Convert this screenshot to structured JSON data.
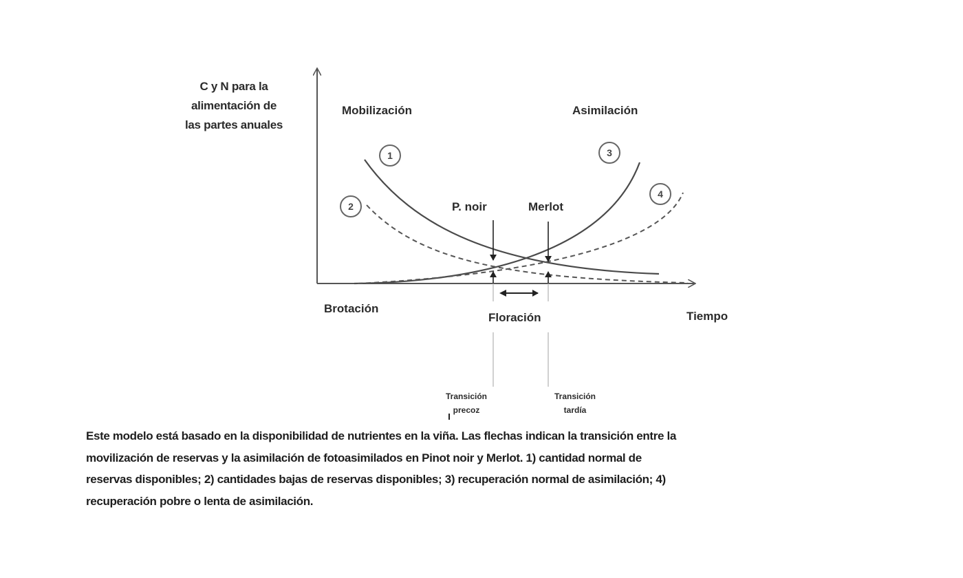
{
  "diagram": {
    "y_axis_label": [
      "C y N para la",
      "alimentación de",
      "las partes anuales"
    ],
    "x_axis_label": "Tiempo",
    "phase_left": "Mobilización",
    "phase_right": "Asimilación",
    "curve_markers": [
      "1",
      "2",
      "3",
      "4"
    ],
    "variety_early": "P. noir",
    "variety_late": "Merlot",
    "stage_start": "Brotación",
    "stage_middle": "Floración",
    "transition_early": [
      "Transición",
      "precoz"
    ],
    "transition_late": [
      "Transición",
      "tardía"
    ]
  },
  "caption": [
    "Este modelo está basado en la disponibilidad de nutrientes en la viña. Las flechas indican la transición entre la",
    "movilización de reservas y la asimilación de fotoasimilados en Pinot noir y Merlot. 1) cantidad normal de",
    "reservas disponibles; 2) cantidades bajas de reservas disponibles; 3) recuperación normal de asimilación; 4)",
    "recuperación pobre o lenta de asimilación."
  ],
  "colors": {
    "line": "#4a4a4a",
    "text": "#2b2b2b"
  }
}
